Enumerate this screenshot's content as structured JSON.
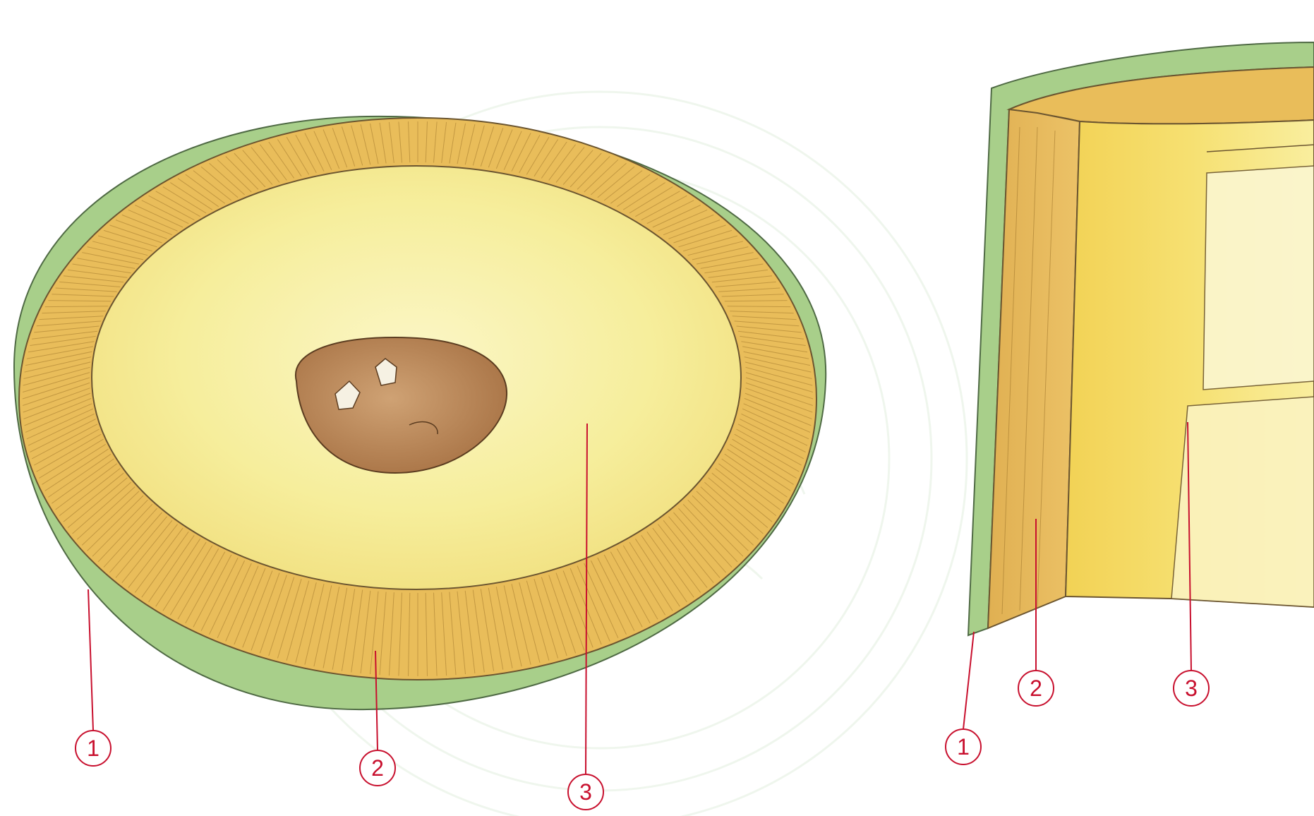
{
  "figures": [
    {
      "id": "cross-section",
      "callouts": [
        {
          "number": "1",
          "part": "rind"
        },
        {
          "number": "2",
          "part": "flesh-ring"
        },
        {
          "number": "3",
          "part": "inner-flesh"
        }
      ]
    },
    {
      "id": "longitudinal-section",
      "callouts": [
        {
          "number": "1",
          "part": "rind"
        },
        {
          "number": "2",
          "part": "flesh-ring"
        },
        {
          "number": "3",
          "part": "inner-flesh"
        }
      ]
    }
  ],
  "colors": {
    "rind_green": "#a8cf8a",
    "flesh_ring": "#e9bd5a",
    "inner_flesh": "#f6ee9c",
    "seed": "#b98655",
    "callout_red": "#c8102e",
    "pencil": "#555555"
  }
}
